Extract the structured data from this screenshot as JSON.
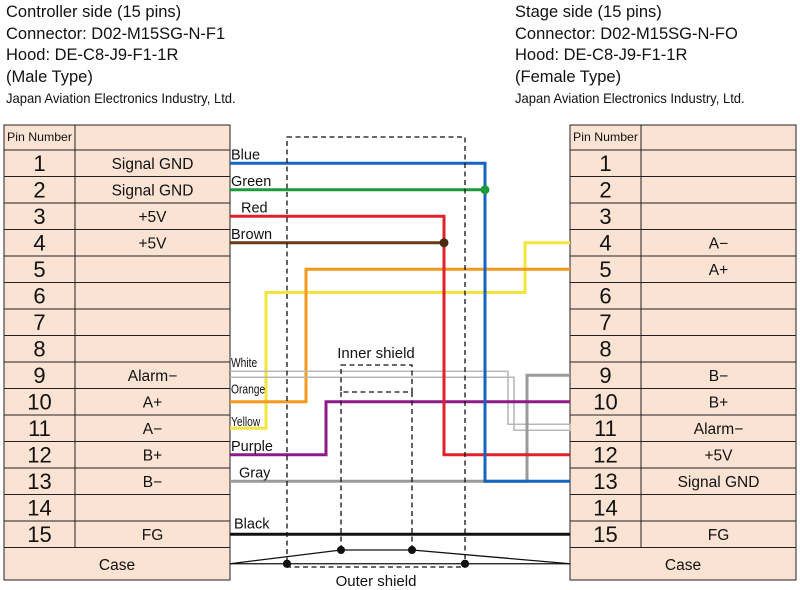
{
  "controller": {
    "title": "Controller side (15 pins)",
    "connector": "Connector: D02-M15SG-N-F1",
    "hood": "Hood: DE-C8-J9-F1-1R",
    "type": "(Male Type)",
    "manufacturer": "Japan Aviation Electronics Industry, Ltd."
  },
  "stage": {
    "title": "Stage side (15 pins)",
    "connector": "Connector: D02-M15SG-N-FO",
    "hood": "Hood: DE-C8-J9-F1-1R",
    "type": "(Female Type)",
    "manufacturer": "Japan Aviation Electronics Industry, Ltd."
  },
  "table_header": "Pin Number",
  "left_pins": [
    {
      "num": "1",
      "sig": "Signal GND"
    },
    {
      "num": "2",
      "sig": "Signal GND"
    },
    {
      "num": "3",
      "sig": "+5V"
    },
    {
      "num": "4",
      "sig": "+5V"
    },
    {
      "num": "5",
      "sig": ""
    },
    {
      "num": "6",
      "sig": ""
    },
    {
      "num": "7",
      "sig": ""
    },
    {
      "num": "8",
      "sig": ""
    },
    {
      "num": "9",
      "sig": "Alarm−"
    },
    {
      "num": "10",
      "sig": "A+"
    },
    {
      "num": "11",
      "sig": "A−"
    },
    {
      "num": "12",
      "sig": "B+"
    },
    {
      "num": "13",
      "sig": "B−"
    },
    {
      "num": "14",
      "sig": ""
    },
    {
      "num": "15",
      "sig": "FG"
    }
  ],
  "right_pins": [
    {
      "num": "1",
      "sig": ""
    },
    {
      "num": "2",
      "sig": ""
    },
    {
      "num": "3",
      "sig": ""
    },
    {
      "num": "4",
      "sig": "A−"
    },
    {
      "num": "5",
      "sig": "A+"
    },
    {
      "num": "6",
      "sig": ""
    },
    {
      "num": "7",
      "sig": ""
    },
    {
      "num": "8",
      "sig": ""
    },
    {
      "num": "9",
      "sig": "B−"
    },
    {
      "num": "10",
      "sig": "B+"
    },
    {
      "num": "11",
      "sig": "Alarm−"
    },
    {
      "num": "12",
      "sig": "+5V"
    },
    {
      "num": "13",
      "sig": "Signal GND"
    },
    {
      "num": "14",
      "sig": ""
    },
    {
      "num": "15",
      "sig": "FG"
    }
  ],
  "case_label": "Case",
  "wires": [
    {
      "label": "Blue",
      "color": "#1565c0",
      "from_pin": 1,
      "to_pin": 13
    },
    {
      "label": "Green",
      "color": "#1a9b3c",
      "from_pin": 2,
      "to_pin": 13
    },
    {
      "label": "Red",
      "color": "#e0202a",
      "from_pin": 3,
      "to_pin": 12
    },
    {
      "label": "Brown",
      "color": "#6b3a12",
      "from_pin": 4,
      "to_pin": 12
    },
    {
      "label": "White",
      "color": "#b8b8b8",
      "from_pin": 9,
      "to_pin": 11
    },
    {
      "label": "Orange",
      "color": "#f39a1e",
      "from_pin": 10,
      "to_pin": 5
    },
    {
      "label": "Yellow",
      "color": "#f2e63a",
      "from_pin": 11,
      "to_pin": 4
    },
    {
      "label": "Purple",
      "color": "#8e1a8a",
      "from_pin": 12,
      "to_pin": 10
    },
    {
      "label": "Gray",
      "color": "#9a9a9a",
      "from_pin": 13,
      "to_pin": 9
    },
    {
      "label": "Black",
      "color": "#111111",
      "from_pin": 15,
      "to_pin": 15
    }
  ],
  "inner_shield_label": "Inner shield",
  "outer_shield_label": "Outer shield",
  "table_fill": "#fbe3d4"
}
